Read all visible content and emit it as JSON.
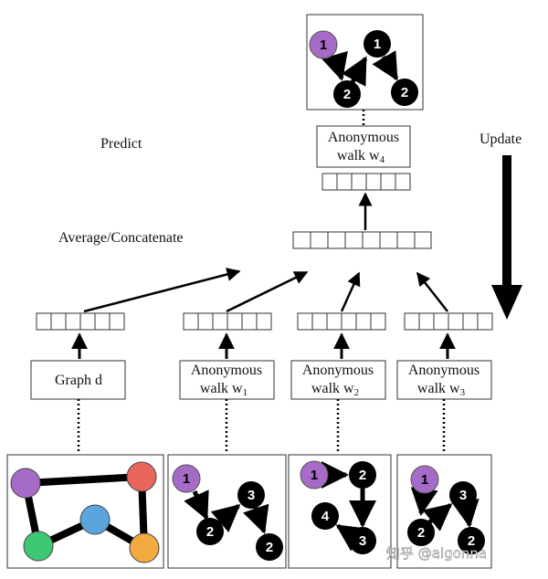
{
  "labels": {
    "predict": "Predict",
    "average": "Average/Concatenate",
    "update": "Update"
  },
  "boxes": {
    "graph": "Graph d",
    "w1_line1": "Anonymous",
    "w1_line2": "walk w",
    "w1_sub": "1",
    "w2_line1": "Anonymous",
    "w2_line2": "walk w",
    "w2_sub": "2",
    "w3_line1": "Anonymous",
    "w3_line2": "walk w",
    "w3_sub": "3",
    "w4_line1": "Anonymous",
    "w4_line2": "walk w",
    "w4_sub": "4"
  },
  "walks": {
    "w4": [
      "1",
      "1",
      "2",
      "2"
    ],
    "w1": [
      "1",
      "3",
      "2",
      "2"
    ],
    "w2": [
      "1",
      "2",
      "4",
      "3"
    ],
    "w3": [
      "1",
      "3",
      "2",
      "2"
    ]
  },
  "watermark": "知乎 @aigonna",
  "colors": {
    "purple": "#a66bc7",
    "red": "#e8665c",
    "blue": "#5aa5dc",
    "green": "#3fc774",
    "orange": "#f1a940",
    "black": "#000000"
  }
}
